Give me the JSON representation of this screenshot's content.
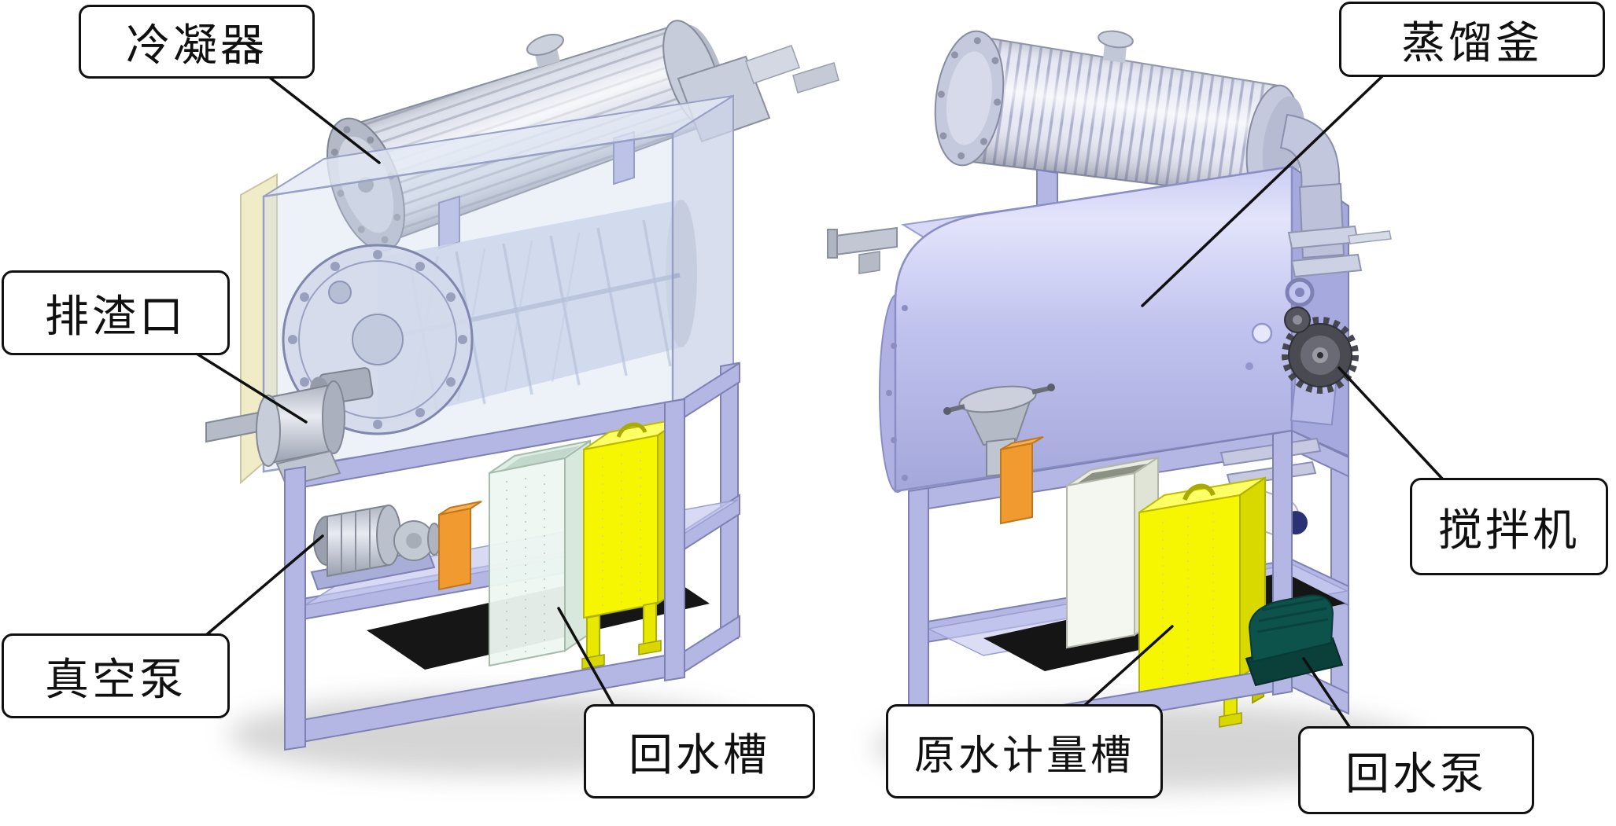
{
  "labels": {
    "condenser": "冷凝器",
    "slag_outlet": "排渣口",
    "vacuum_pump": "真空泵",
    "return_water_tank": "回水槽",
    "distillation_kettle": "蒸馏釜",
    "agitator": "搅拌机",
    "raw_water_metering_tank": "原水计量槽",
    "return_water_pump": "回水泵"
  },
  "colors": {
    "background": "#ffffff",
    "label_border": "#101010",
    "label_text": "#101010",
    "leader_line": "#101010",
    "frame_lavender": "#b4b7e4",
    "body_lavender": "#c0c2ee",
    "metal_gray": "#c7ccda",
    "tank_yellow": "#f6f600",
    "tank_pale_green": "#edf7f0",
    "pump_teal": "#0e524c",
    "accent_orange": "#f09a30",
    "floor_black": "#161616"
  }
}
